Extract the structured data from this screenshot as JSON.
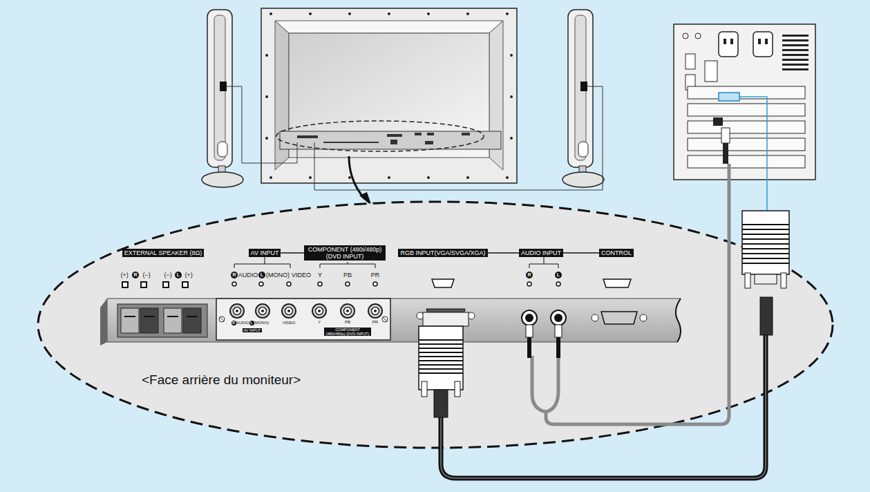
{
  "diagram": {
    "caption": "<Face arrière du moniteur>",
    "nodes": [
      {
        "text": [
          "EXTERNAL SPEAKER (8Ω)"
        ]
      },
      {
        "text": [
          "AV INPUT"
        ]
      },
      {
        "text": [
          "COMPONENT (480i/480p) (DVD INPUT)"
        ]
      },
      {
        "text": [
          "RGB INPUT(VGA/SVGA/XGA)"
        ]
      },
      {
        "text": [
          "AUDIO INPUT"
        ]
      },
      {
        "text": [
          "CONTROL"
        ]
      }
    ],
    "edges": [
      {
        "from": 1,
        "to": 2,
        "arrow": "none"
      },
      {
        "from": 3,
        "to": 4,
        "arrow": "none"
      },
      {
        "from": 4,
        "to": 5,
        "arrow": "none"
      }
    ],
    "labels": [
      "(+)",
      "R",
      "(−)",
      "(−)",
      "L",
      "(+)",
      "R",
      "AUDIO",
      "L",
      "(MONO)",
      "VIDEO",
      "Y",
      "PB",
      "PR",
      "R",
      "AUDIO",
      "L",
      "(MONO)",
      "VIDEO",
      "AV INPUT",
      "Y",
      "PB",
      "PR",
      "COMPONENT (480i/480p) (DVD INPUT)",
      "R",
      "L"
    ]
  }
}
